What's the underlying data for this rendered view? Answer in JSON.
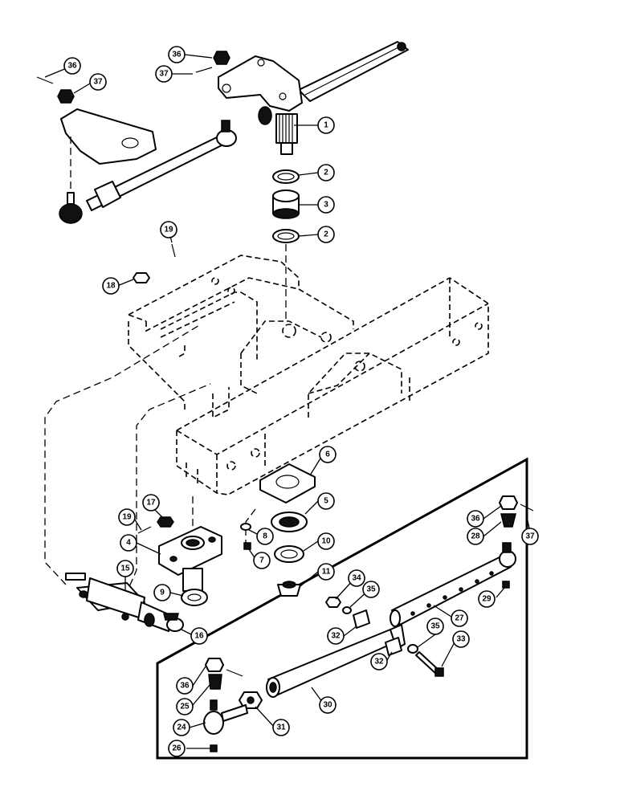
{
  "callouts": [
    {
      "num": "1"
    },
    {
      "num": "2"
    },
    {
      "num": "3"
    },
    {
      "num": "2"
    },
    {
      "num": "36"
    },
    {
      "num": "37"
    },
    {
      "num": "36"
    },
    {
      "num": "37"
    },
    {
      "num": "19"
    },
    {
      "num": "18"
    },
    {
      "num": "6"
    },
    {
      "num": "17"
    },
    {
      "num": "19"
    },
    {
      "num": "4"
    },
    {
      "num": "5"
    },
    {
      "num": "8"
    },
    {
      "num": "10"
    },
    {
      "num": "7"
    },
    {
      "num": "11"
    },
    {
      "num": "15"
    },
    {
      "num": "9"
    },
    {
      "num": "16"
    },
    {
      "num": "36"
    },
    {
      "num": "37"
    },
    {
      "num": "28"
    },
    {
      "num": "34"
    },
    {
      "num": "35"
    },
    {
      "num": "29"
    },
    {
      "num": "27"
    },
    {
      "num": "32"
    },
    {
      "num": "35"
    },
    {
      "num": "33"
    },
    {
      "num": "32"
    },
    {
      "num": "36"
    },
    {
      "num": "25"
    },
    {
      "num": "30"
    },
    {
      "num": "31"
    },
    {
      "num": "24"
    },
    {
      "num": "26"
    }
  ]
}
